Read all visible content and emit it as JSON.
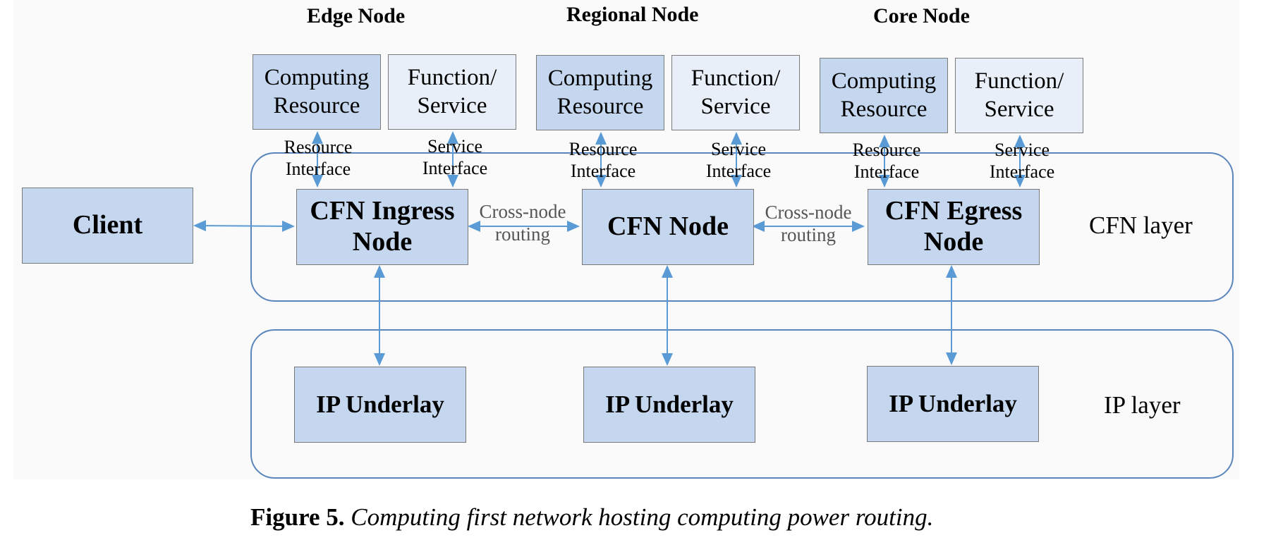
{
  "node_titles": {
    "edge": "Edge Node",
    "regional": "Regional Node",
    "core": "Core Node"
  },
  "resources": {
    "computing_line1": "Computing",
    "computing_line2": "Resource",
    "function_line1": "Function/",
    "function_line2": "Service"
  },
  "interfaces": {
    "resource_line1": "Resource",
    "resource_line2": "Interface",
    "service_line1": "Service",
    "service_line2": "Interface"
  },
  "client": "Client",
  "cfn_nodes": {
    "ingress_line1": "CFN Ingress",
    "ingress_line2": "Node",
    "middle": "CFN Node",
    "egress_line1": "CFN Egress",
    "egress_line2": "Node"
  },
  "routing": {
    "line1": "Cross-node",
    "line2": "routing"
  },
  "underlay": "IP Underlay",
  "layers": {
    "cfn": "CFN layer",
    "ip": "IP layer"
  },
  "caption": {
    "figure": "Figure 5.",
    "text": "Computing first network hosting computing power routing."
  },
  "colors": {
    "box_fill": "#c5d7ef",
    "box_fill_light": "#e9eff8",
    "arrow": "#5a9bd5",
    "layer_border": "#5a86bd"
  }
}
